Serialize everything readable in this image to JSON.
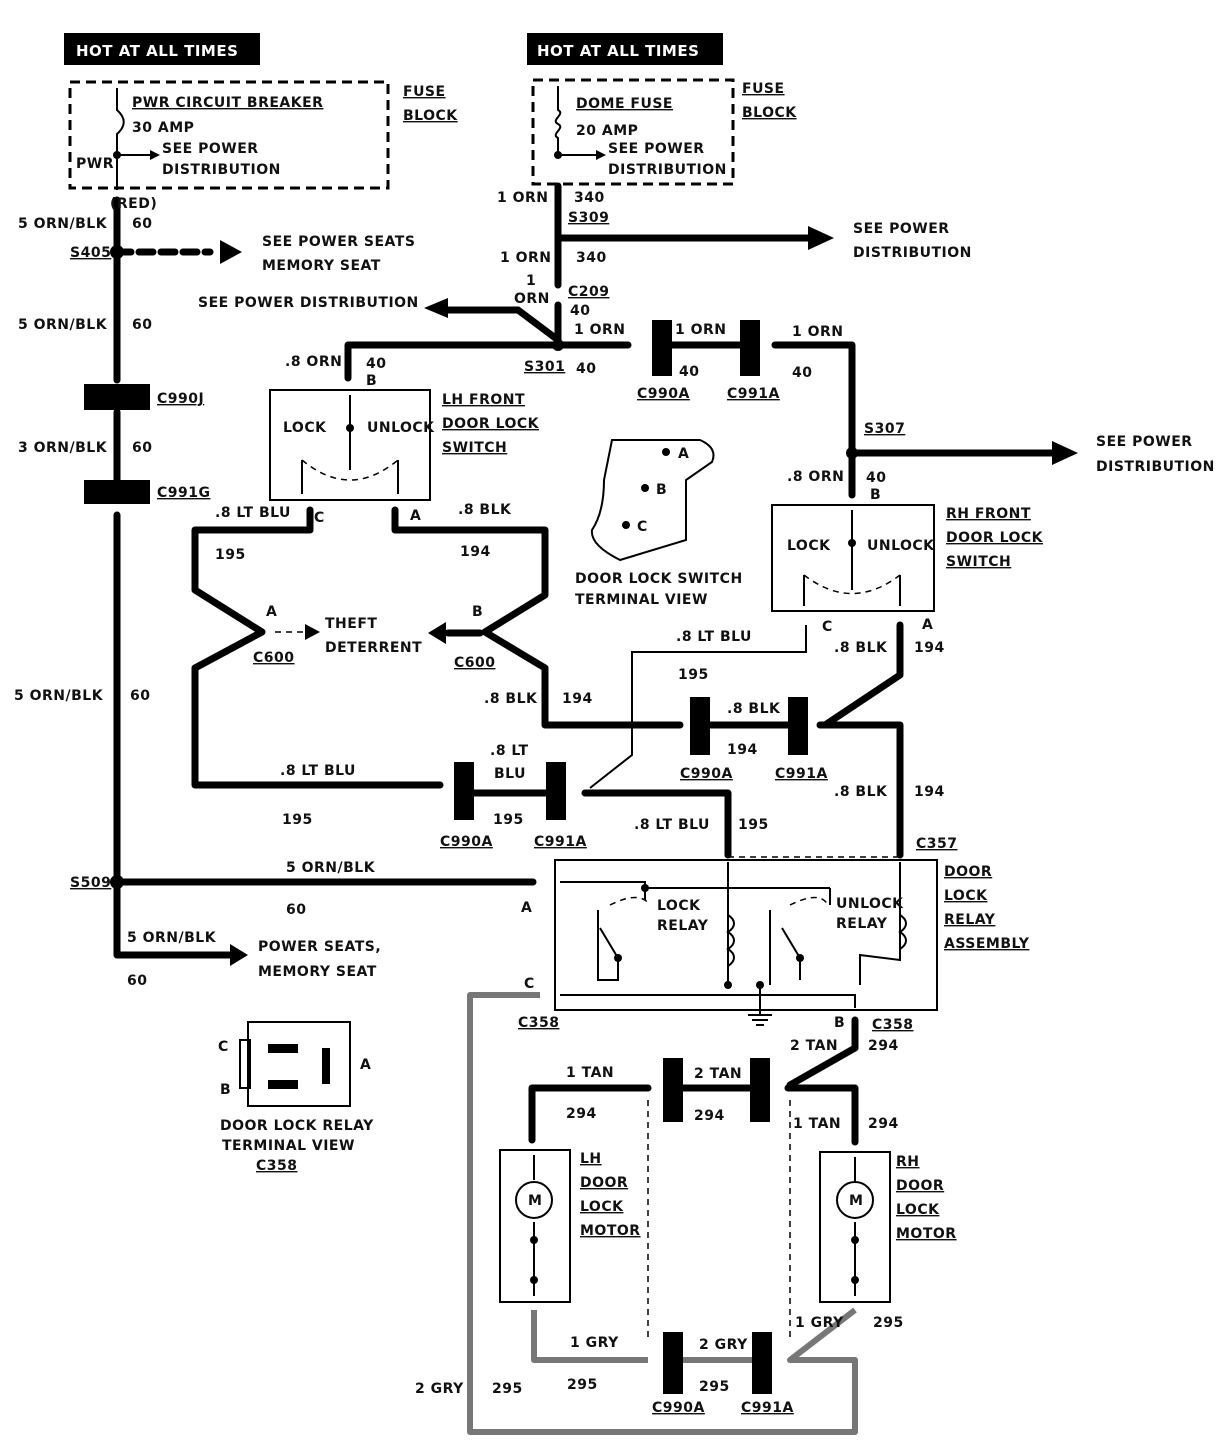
{
  "hot_labels": [
    "HOT AT ALL TIMES",
    "HOT AT ALL TIMES"
  ],
  "fuse_block": {
    "label_line1": "FUSE",
    "label_line2": "BLOCK",
    "pwr_breaker": "PWR CIRCUIT BREAKER",
    "pwr_amp": "30 AMP",
    "see_power_1": "SEE POWER",
    "distribution_1": "DISTRIBUTION",
    "pwr_tag": "PWR",
    "dome_fuse": "DOME FUSE",
    "dome_amp": "20 AMP",
    "see_power_2": "SEE POWER",
    "distribution_2": "DISTRIBUTION"
  },
  "left_column": {
    "red": "(RED)",
    "w1": "5 ORN/BLK",
    "c1": "60",
    "s405": "S405",
    "see_seats": "SEE POWER SEATS",
    "memory_seat": "MEMORY SEAT",
    "w2": "5 ORN/BLK",
    "c2": "60",
    "c990j": "C990J",
    "w3": "3 ORN/BLK",
    "c3": "60",
    "c991g": "C991G",
    "w4": "5 ORN/BLK",
    "c4": "60",
    "s509": "S509",
    "w5": "5 ORN/BLK",
    "c5": "60",
    "w6": "5 ORN/BLK",
    "c6": "60",
    "power_seats": "POWER SEATS,",
    "memory_seat_2": "MEMORY SEAT"
  },
  "top_center": {
    "w1": "1 ORN",
    "c1": "340",
    "s309": "S309",
    "w2": "1 ORN",
    "c2": "340",
    "see_power_dist": "SEE POWER",
    "distribution": "DISTRIBUTION",
    "w3a": "1",
    "w3b": "ORN",
    "c209": "C209",
    "c3": "40",
    "see_power_distribution": "SEE POWER DISTRIBUTION",
    "s301": "S301",
    "c301": "40",
    "w4": "1 ORN",
    "c4": "40",
    "w5": "1 ORN",
    "c5": "40",
    "w6": "1 ORN",
    "c6": "40",
    "c990a": "C990A",
    "c991a": "C991A"
  },
  "lh_switch": {
    "wire": ".8 ORN",
    "circuit": "40",
    "term_b": "B",
    "lock": "LOCK",
    "unlock": "UNLOCK",
    "title1": "LH FRONT",
    "title2": "DOOR LOCK",
    "title3": "SWITCH",
    "term_c": "C",
    "term_a": "A",
    "wc": ".8 LT BLU",
    "cc": "195",
    "wa": ".8 BLK",
    "ca": "194"
  },
  "switch_view": {
    "a": "A",
    "b": "B",
    "c": "C",
    "label1": "DOOR LOCK SWITCH",
    "label2": "TERMINAL VIEW"
  },
  "theft": {
    "a": "A",
    "b": "B",
    "line1": "THEFT",
    "line2": "DETERRENT",
    "c600_1": "C600",
    "c600_2": "C600"
  },
  "rh_switch": {
    "s307": "S307",
    "see_power": "SEE POWER",
    "distribution": "DISTRIBUTION",
    "wire": ".8 ORN",
    "circuit": "40",
    "term_b": "B",
    "lock": "LOCK",
    "unlock": "UNLOCK",
    "title1": "RH FRONT",
    "title2": "DOOR LOCK",
    "title3": "SWITCH",
    "term_c": "C",
    "term_a": "A",
    "wc": ".8 LT BLU",
    "cc": "195",
    "wa": ".8 BLK",
    "ca": "194"
  },
  "mid": {
    "blk_w": ".8 BLK",
    "blk_c": "194",
    "blk2_w": ".8 BLK",
    "blk2_c": "194",
    "c990a": "C990A",
    "c991a": "C991A",
    "blk3_w": ".8 BLK",
    "blk3_c": "194",
    "ltblu_w": ".8 LT BLU",
    "ltblu_c": "195",
    "ltblu2_a": ".8 LT",
    "ltblu2_b": "BLU",
    "ltblu2_c": "195",
    "c990a_2": "C990A",
    "c991a_2": "C991A",
    "ltblu3_w": ".8 LT BLU",
    "ltblu3_c": "195",
    "c357": "C357"
  },
  "relay": {
    "feed_w": "5 ORN/BLK",
    "feed_c": "60",
    "term_a": "A",
    "term_c": "C",
    "term_b": "B",
    "c358": "C358",
    "c358_b": "C358",
    "lock1": "LOCK",
    "lock2": "RELAY",
    "unlock1": "UNLOCK",
    "unlock2": "RELAY",
    "title1": "DOOR",
    "title2": "LOCK",
    "title3": "RELAY",
    "title4": "ASSEMBLY"
  },
  "relay_view": {
    "c": "C",
    "b": "B",
    "a": "A",
    "label1": "DOOR LOCK RELAY",
    "label2": "TERMINAL VIEW",
    "label3": "C358"
  },
  "motors": {
    "tan2_w": "2 TAN",
    "tan2_c": "294",
    "tan1_w": "1 TAN",
    "tan1_c": "294",
    "tan_mid_w": "2 TAN",
    "tan_mid_c": "294",
    "tan_r_w": "1 TAN",
    "tan_r_c": "294",
    "lh1": "LH",
    "lh2": "DOOR",
    "lh3": "LOCK",
    "lh4": "MOTOR",
    "rh1": "RH",
    "rh2": "DOOR",
    "rh3": "LOCK",
    "rh4": "MOTOR",
    "m": "M",
    "gry1_w": "1 GRY",
    "gry1_c": "295",
    "gry2_w": "2 GRY",
    "gry2_c": "295",
    "gry_r_w": "1 GRY",
    "gry_r_c": "295",
    "gry_l_w": "2 GRY",
    "gry_l_c": "295",
    "c990a": "C990A",
    "c991a": "C991A"
  }
}
